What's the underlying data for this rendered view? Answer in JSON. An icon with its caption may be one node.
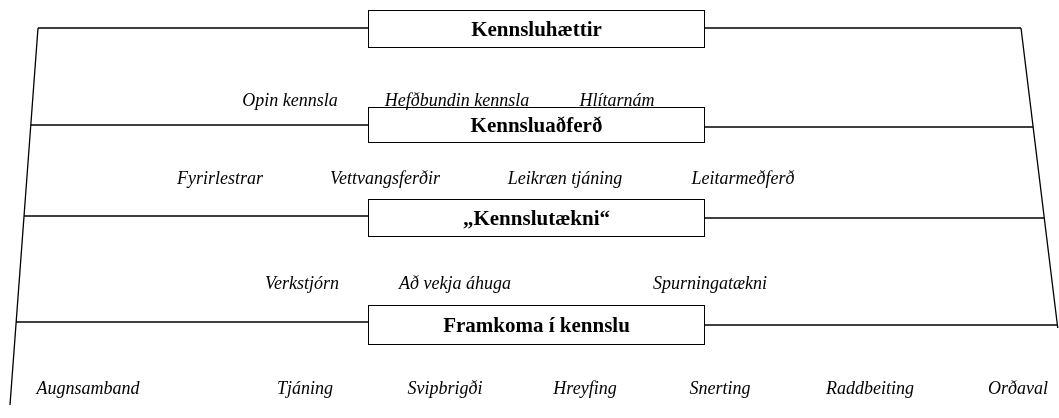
{
  "diagram": {
    "nodes": [
      {
        "text": [
          "Kennsluhættir"
        ]
      },
      {
        "text": [
          "Kennsluaðferð"
        ]
      },
      {
        "text": [
          "„Kennslutækni“"
        ]
      },
      {
        "text": [
          "Framkoma í kennslu"
        ]
      }
    ],
    "labels": [
      "Opin kennsla",
      "Hefðbundin kennsla",
      "Hlítarnám",
      "Fyrirlestrar",
      "Vettvangsferðir",
      "Leikræn tjáning",
      "Leitarmeðferð",
      "Verkstjórn",
      "Að vekja áhuga",
      "Spurningatækni",
      "Augnsamband",
      "Tjáning",
      "Svipbrigði",
      "Hreyfing",
      "Snerting",
      "Raddbeiting",
      "Orðaval"
    ]
  }
}
